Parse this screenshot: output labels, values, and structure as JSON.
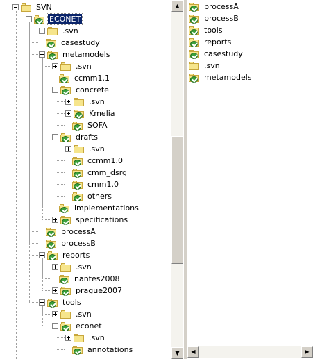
{
  "tree": {
    "nodes": [
      {
        "label": "SVN",
        "expander": "minus",
        "versioned": false
      },
      {
        "label": "ECONET",
        "expander": "minus",
        "versioned": true,
        "selected": true
      },
      {
        "label": ".svn",
        "expander": "plus",
        "versioned": false
      },
      {
        "label": "casestudy",
        "expander": "none",
        "versioned": true
      },
      {
        "label": "metamodels",
        "expander": "minus",
        "versioned": true
      },
      {
        "label": ".svn",
        "expander": "plus",
        "versioned": false
      },
      {
        "label": "ccmm1.1",
        "expander": "none",
        "versioned": true
      },
      {
        "label": "concrete",
        "expander": "minus",
        "versioned": true
      },
      {
        "label": ".svn",
        "expander": "plus",
        "versioned": false
      },
      {
        "label": "Kmelia",
        "expander": "plus",
        "versioned": true
      },
      {
        "label": "SOFA",
        "expander": "none",
        "versioned": true
      },
      {
        "label": "drafts",
        "expander": "minus",
        "versioned": true
      },
      {
        "label": ".svn",
        "expander": "plus",
        "versioned": false
      },
      {
        "label": "ccmm1.0",
        "expander": "none",
        "versioned": true
      },
      {
        "label": "cmm_dsrg",
        "expander": "none",
        "versioned": true
      },
      {
        "label": "cmm1.0",
        "expander": "none",
        "versioned": true
      },
      {
        "label": "others",
        "expander": "none",
        "versioned": true
      },
      {
        "label": "implementations",
        "expander": "none",
        "versioned": true
      },
      {
        "label": "specifications",
        "expander": "plus",
        "versioned": true
      },
      {
        "label": "processA",
        "expander": "none",
        "versioned": true
      },
      {
        "label": "processB",
        "expander": "none",
        "versioned": true
      },
      {
        "label": "reports",
        "expander": "minus",
        "versioned": true
      },
      {
        "label": ".svn",
        "expander": "plus",
        "versioned": false
      },
      {
        "label": "nantes2008",
        "expander": "none",
        "versioned": true
      },
      {
        "label": "prague2007",
        "expander": "plus",
        "versioned": true
      },
      {
        "label": "tools",
        "expander": "minus",
        "versioned": true
      },
      {
        "label": ".svn",
        "expander": "plus",
        "versioned": false
      },
      {
        "label": "econet",
        "expander": "minus",
        "versioned": true
      },
      {
        "label": ".svn",
        "expander": "plus",
        "versioned": false
      },
      {
        "label": "annotations",
        "expander": "none",
        "versioned": true
      }
    ],
    "scroll_up_glyph": "▲",
    "scroll_down_glyph": "▼"
  },
  "list": {
    "items": [
      {
        "label": "processA",
        "versioned": true
      },
      {
        "label": "processB",
        "versioned": true
      },
      {
        "label": "tools",
        "versioned": true
      },
      {
        "label": "reports",
        "versioned": true
      },
      {
        "label": "casestudy",
        "versioned": true
      },
      {
        "label": ".svn",
        "versioned": false
      },
      {
        "label": "metamodels",
        "versioned": true
      }
    ],
    "scroll_left_glyph": "◀",
    "scroll_right_glyph": "▶"
  },
  "colors": {
    "folder": "#f6e58c",
    "folder_border": "#c7a63c",
    "versioned_badge": "#3aa03a",
    "selection": "#0a246a"
  }
}
